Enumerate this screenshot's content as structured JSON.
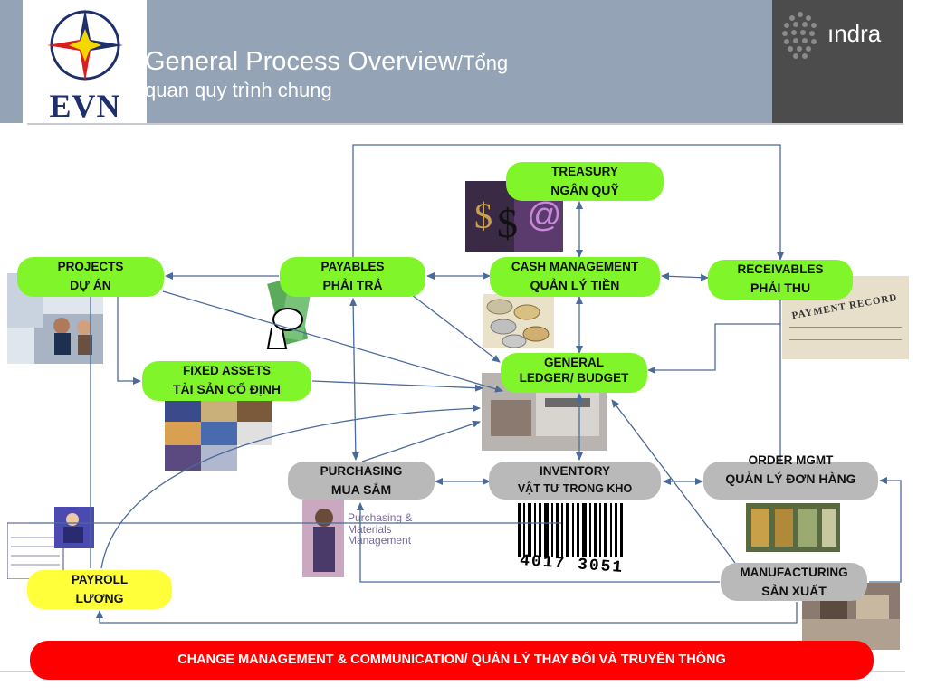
{
  "header": {
    "title_main": "General Process Overview",
    "title_vi_1": "/Tổng",
    "title_vi_2": "quan quy trình chung",
    "evn_logo_text": "EVN",
    "indra_logo_text": "ındra"
  },
  "nodes": {
    "treasury": {
      "line1": "TREASURY",
      "line2": "NGÂN QUỸ"
    },
    "projects": {
      "line1": "PROJECTS",
      "line2": "DỰ ÁN"
    },
    "payables": {
      "line1": "PAYABLES",
      "line2": "PHẢI TRẢ"
    },
    "cash_management": {
      "line1": "CASH MANAGEMENT",
      "line2": "QUẢN LÝ TIỀN"
    },
    "receivables": {
      "line1": "RECEIVABLES",
      "line2": "PHẢI THU"
    },
    "fixed_assets": {
      "line1": "FIXED ASSETS",
      "line2": "TÀI SẢN CỐ ĐỊNH"
    },
    "general_ledger": {
      "line1": "GENERAL",
      "line2": "LEDGER/ BUDGET"
    },
    "purchasing": {
      "line1": "PURCHASING",
      "line2": "MUA SẮM"
    },
    "inventory": {
      "line1": "INVENTORY",
      "line2": "VẬT TƯ TRONG KHO"
    },
    "order_mgmt": {
      "line1": "ORDER MGMT",
      "line2": "QUẢN LÝ ĐƠN HÀNG"
    },
    "manufacturing": {
      "line1": "MANUFACTURING",
      "line2": "SẢN XUẤT"
    },
    "payroll": {
      "line1": "PAYROLL",
      "line2": "LƯƠNG"
    }
  },
  "image_labels": {
    "payment_record": "PAYMENT RECORD",
    "purchasing_materials": "Purchasing & Materials Management",
    "barcode_digits": "4017 3051"
  },
  "footer": {
    "banner": "CHANGE MANAGEMENT & COMMUNICATION/ QUẢN LÝ THAY ĐỔI VÀ TRUYỀN THÔNG"
  },
  "colors": {
    "header_band": "#95a3b6",
    "green_node": "#7ff52a",
    "gray_node": "#b9b9b9",
    "yellow_node": "#ffff3a",
    "arrow": "#4a6a9a",
    "footer": "#ff0000"
  }
}
